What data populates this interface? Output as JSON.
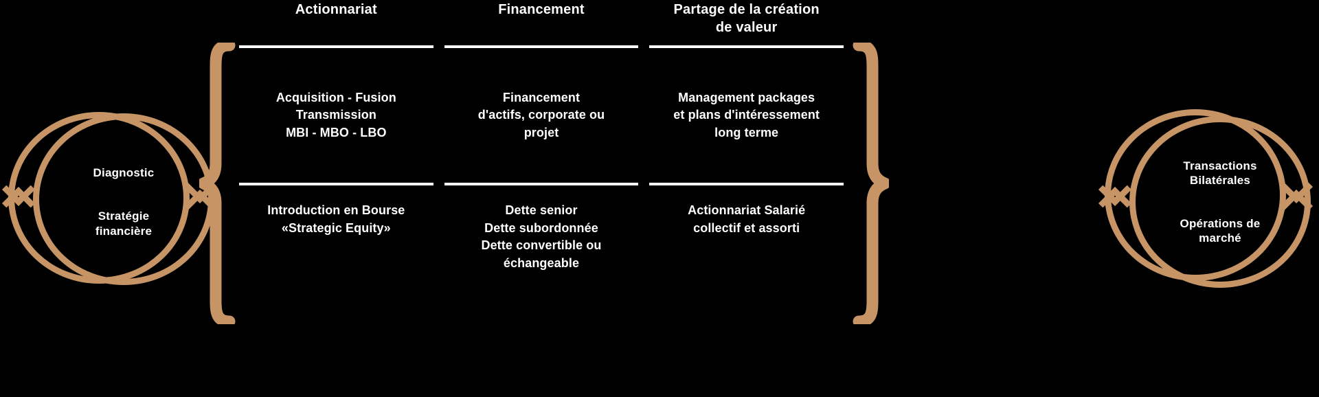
{
  "theme": {
    "background": "#000000",
    "accent": "#C79466",
    "text": "#FFFFFF"
  },
  "left_emblem": {
    "name": "diagnostic-strategie",
    "lines": [
      "Diagnostic",
      "Stratégie\nfinancière"
    ]
  },
  "right_emblem": {
    "name": "transactions-operations",
    "lines": [
      "Transactions\nBilatérales",
      "Opérations de\nmarché"
    ]
  },
  "columns": [
    {
      "header": "Actionnariat",
      "top": "Acquisition - Fusion\nTransmission\nMBI - MBO - LBO",
      "bottom": "Introduction en Bourse\n«Strategic Equity»"
    },
    {
      "header": "Financement",
      "top": "Financement\nd'actifs, corporate ou\nprojet",
      "bottom": "Dette senior\nDette subordonnée\nDette convertible ou\néchangeable"
    },
    {
      "header": "Partage de la création\nde valeur",
      "top": "Management packages\net plans d'intéressement\nlong terme",
      "bottom": "Actionnariat Salarié\ncollectif et assorti"
    }
  ]
}
